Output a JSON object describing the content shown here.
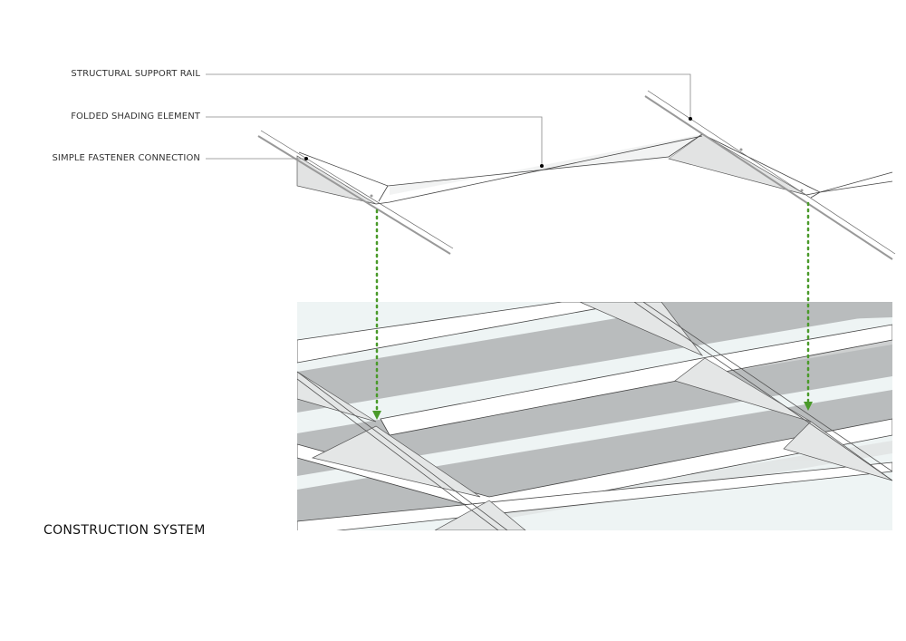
{
  "labels": {
    "rail": "STRUCTURAL SUPPORT RAIL",
    "shading": "FOLDED SHADING ELEMENT",
    "fastener": "SIMPLE FASTENER CONNECTION"
  },
  "title": "CONSTRUCTION SYSTEM",
  "colors": {
    "accent": "#4a9a2a",
    "band": "#b9bcbd",
    "sky": "#eef4f4"
  }
}
